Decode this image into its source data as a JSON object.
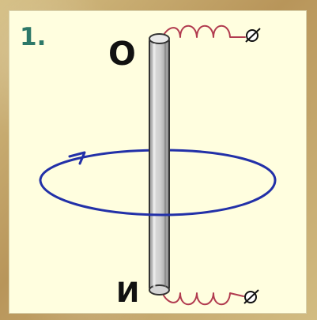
{
  "figure": {
    "number_label": "1.",
    "top_label": "О",
    "bottom_label": "И"
  },
  "colors": {
    "background": "#c9b27a",
    "panel": "#fffedf",
    "conductor_fill": "#c8c8c8",
    "conductor_stroke": "#333333",
    "coil": "#b13b4f",
    "loop": "#2230a8",
    "terminal": "#111111",
    "number_label": "#2d7868"
  },
  "icons": {
    "loop_direction": "arrow-right-icon",
    "top_terminal": "terminal-icon",
    "bottom_terminal": "terminal-icon"
  }
}
